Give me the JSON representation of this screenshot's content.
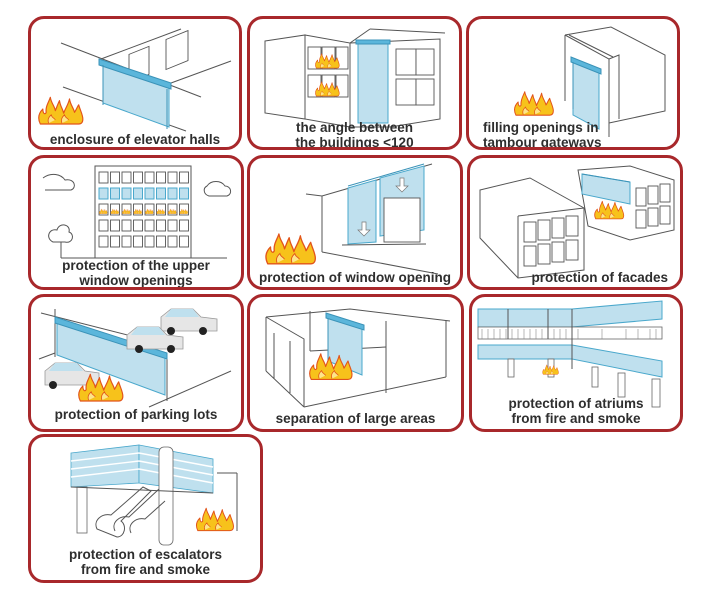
{
  "title": "Fire curtain applications",
  "colors": {
    "card_border": "#a8282b",
    "curtain_fill": "#bfe0ee",
    "curtain_rail": "#5bb6db",
    "flame_fill": "#f7c21b",
    "flame_outline": "#e2541a",
    "caption_text": "#2e2e2e"
  },
  "cards": [
    {
      "id": "elevator-halls",
      "icon": "elevator-hall-curtain-illustration",
      "caption": [
        "enclosure of elevator halls"
      ]
    },
    {
      "id": "building-angle",
      "icon": "building-angle-curtain-illustration",
      "caption": [
        "the angle between",
        "the buildings <120"
      ]
    },
    {
      "id": "tambour-gateways",
      "icon": "tambour-gateway-curtain-illustration",
      "caption": [
        "filling openings in",
        "tambour gateways"
      ]
    },
    {
      "id": "upper-window-openings",
      "icon": "multi-storey-building-illustration",
      "caption": [
        "protection of the upper",
        "window openings"
      ]
    },
    {
      "id": "window-opening",
      "icon": "window-roller-curtain-illustration",
      "caption": [
        "protection of window opening"
      ]
    },
    {
      "id": "facades",
      "icon": "facade-protection-illustration",
      "caption": [
        "protection of facades"
      ]
    },
    {
      "id": "parking-lots",
      "icon": "parking-lot-curtain-illustration",
      "caption": [
        "protection of parking lots"
      ]
    },
    {
      "id": "large-areas",
      "icon": "large-area-separation-illustration",
      "caption": [
        "separation of large areas"
      ]
    },
    {
      "id": "atriums",
      "icon": "atrium-curtain-illustration",
      "caption": [
        "protection of atriums",
        "from fire and smoke"
      ]
    },
    {
      "id": "escalators",
      "icon": "escalator-curtain-illustration",
      "caption": [
        "protection of escalators",
        "from fire and smoke"
      ]
    }
  ]
}
